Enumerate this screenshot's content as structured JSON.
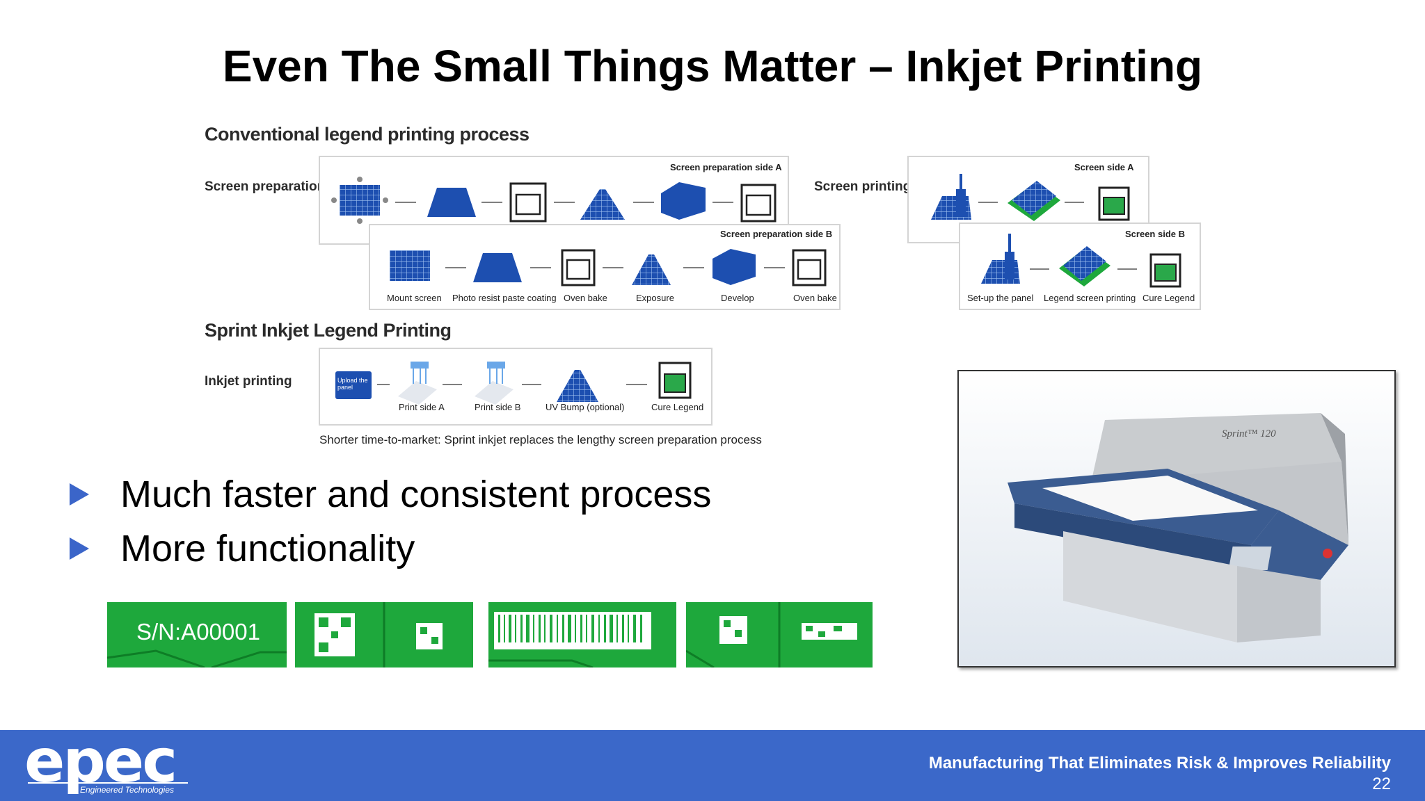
{
  "slide": {
    "title": "Even The Small Things Matter – Inkjet Printing",
    "page_number": "22"
  },
  "diagram": {
    "conventional_title": "Conventional legend printing process",
    "screen_preparation_label": "Screen preparation",
    "screen_preparation_side_a": "Screen preparation side A",
    "screen_preparation_side_b": "Screen preparation side B",
    "prep_steps": [
      "Mount screen",
      "Photo resist paste coating",
      "Oven bake",
      "Exposure",
      "Develop",
      "Oven bake"
    ],
    "screen_printing_label": "Screen printing",
    "screen_side_a": "Screen side A",
    "screen_side_b": "Screen side B",
    "print_steps": [
      "Set-up the panel",
      "Legend screen printing",
      "Cure Legend"
    ],
    "sprint_title": "Sprint Inkjet Legend Printing",
    "inkjet_label": "Inkjet printing",
    "upload_label": "Upload the panel",
    "inkjet_steps": [
      "Print side A",
      "Print side B",
      "UV Bump (optional)",
      "Cure Legend"
    ],
    "caption": "Shorter time-to-market: Sprint inkjet replaces the lengthy screen preparation process"
  },
  "bullets": [
    "Much faster and consistent process",
    "More functionality"
  ],
  "samples": {
    "serial_text": "S/N:A00001"
  },
  "machine": {
    "model_text": "Sprint™ 120"
  },
  "footer": {
    "logo_text": "epec",
    "logo_sub": "Engineered Technologies",
    "tagline": "Manufacturing That Eliminates Risk & Improves Reliability"
  },
  "colors": {
    "accent_blue": "#3b68c9",
    "bullet_blue": "#3b65c9",
    "diagram_blue": "#1d4fb0",
    "pcb_green": "#1ea83c"
  }
}
